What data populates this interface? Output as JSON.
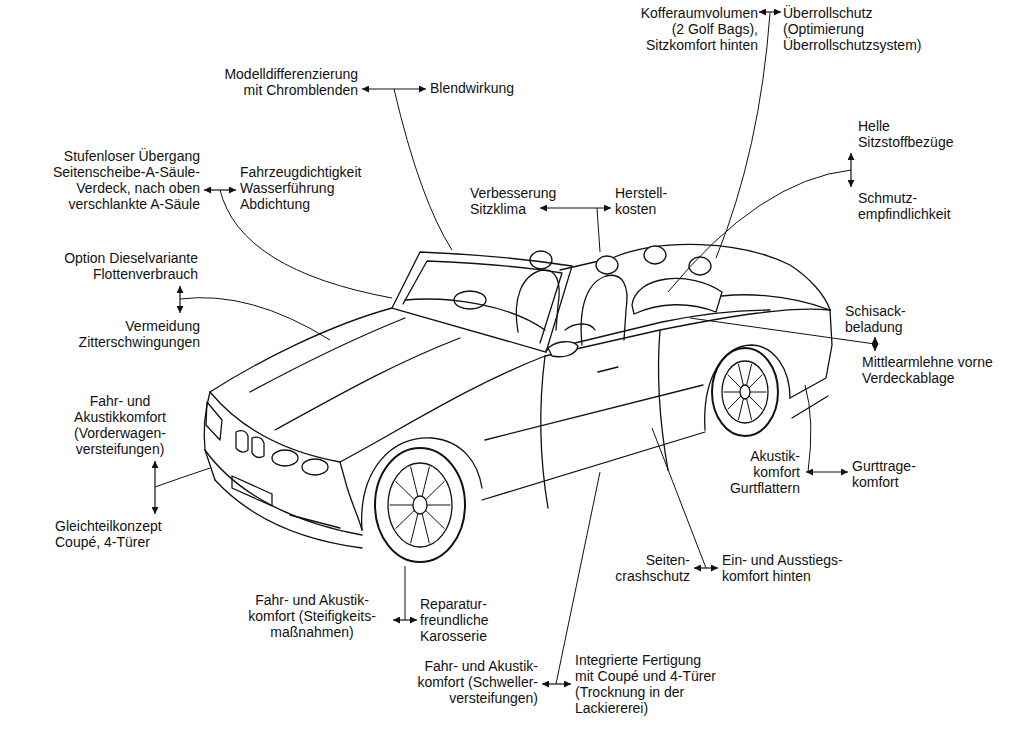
{
  "diagram": {
    "labels": [
      "Kofferaumvolumen (2 Golf Bags), Sitzkomfort hinten",
      "Überrollschutz (Optimierung Überrollschutzsystem)",
      "Modelldifferenzierung mit Chromblenden",
      "Blendwirkung",
      "Helle Sitzstoffbezüge",
      "Stufenloser Übergang Seitenscheibe-A-Säule- Verdeck, nach oben verschlankte A-Säule",
      "Fahrzeugdichtigkeit Wasserführung Abdichtung",
      "Verbesserung Sitzklima",
      "Herstell- kosten",
      "Schmutz- empfindlichkeit",
      "Option Dieselvariante Flottenverbrauch",
      "Schisack- beladung",
      "Vermeidung Zitterschwingungen",
      "Mittlearmlehne vorne Verdeckablage",
      "Fahr- und Akustikkomfort (Vorderwagen- versteifungen)",
      "Akustik- komfort Gurtflattern",
      "Gurttrage- komfort",
      "Gleichteilkonzept Coupé, 4-Türer",
      "Seiten- crashschutz",
      "Ein- und Ausstiegs- komfort hinten",
      "Fahr- und Akustik- komfort (Steifigkeits- maßnahmen)",
      "Reparatur- freundliche Karosserie",
      "Fahr- und Akustik- komfort (Schweller- versteifungen)",
      "Integrierte Fertigung mit Coupé und 4-Türer (Trocknung in der Lackiererei)"
    ]
  }
}
